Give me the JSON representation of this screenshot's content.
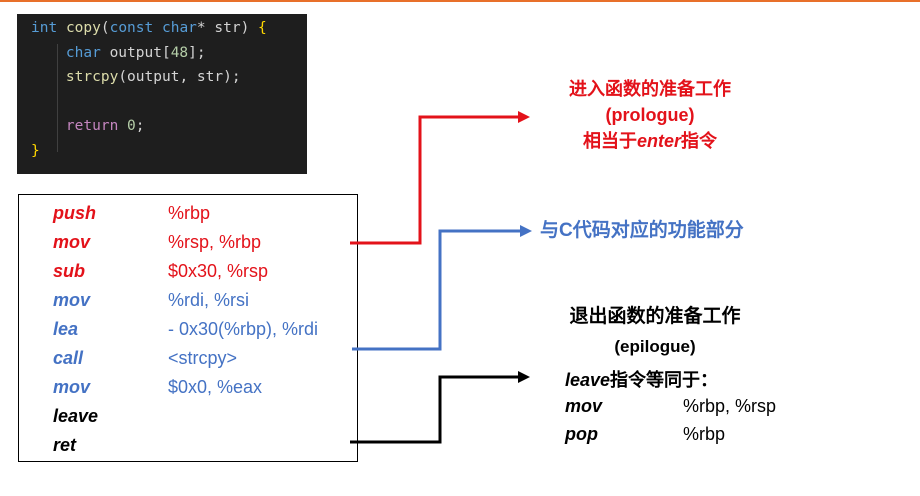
{
  "code": {
    "signature": {
      "type": "int",
      "name": "copy",
      "open_paren": "(",
      "qual": "const",
      "ptype": "char",
      "star": "*",
      "param": "str",
      "close_paren": ")",
      "brace_open": "{"
    },
    "decl": {
      "type": "char",
      "name": "output",
      "lb": "[",
      "size": "48",
      "rb": "]",
      "semi": ";"
    },
    "call": {
      "fn": "strcpy",
      "lp": "(",
      "a1": "output",
      "comma": ",",
      "a2": "str",
      "rp": ")",
      "semi": ";"
    },
    "ret": {
      "kw": "return",
      "val": "0",
      "semi": ";"
    },
    "brace_close": "}"
  },
  "assembly": [
    {
      "op": "push",
      "arg": "%rbp",
      "color": "#e3121a"
    },
    {
      "op": "mov",
      "arg": "%rsp, %rbp",
      "color": "#e3121a"
    },
    {
      "op": "sub",
      "arg": "$0x30, %rsp",
      "color": "#e3121a"
    },
    {
      "op": "mov",
      "arg": "%rdi, %rsi",
      "color": "#4472c4"
    },
    {
      "op": "lea",
      "arg": "- 0x30(%rbp), %rdi",
      "color": "#4472c4"
    },
    {
      "op": "call",
      "arg": "<strcpy>",
      "color": "#4472c4"
    },
    {
      "op": "mov",
      "arg": "$0x0, %eax",
      "color": "#4472c4"
    },
    {
      "op": "leave",
      "arg": "",
      "color": "#000000"
    },
    {
      "op": "ret",
      "arg": "",
      "color": "#000000"
    }
  ],
  "prologue": {
    "line1": "进入函数的准备工作",
    "line2": "(prologue)",
    "line3_pre": "相当于",
    "line3_em": "enter",
    "line3_post": "指令",
    "color": "#e3121a"
  },
  "body_label": {
    "text": "与C代码对应的功能部分",
    "color": "#4472c4"
  },
  "epilogue": {
    "title": "退出函数的准备工作",
    "sub": "(epilogue)",
    "leave_em": "leave",
    "leave_post": "指令等同于：",
    "rows": [
      {
        "op": "mov",
        "arg": "%rbp, %rsp"
      },
      {
        "op": "pop",
        "arg": "%rbp"
      }
    ]
  },
  "colors": {
    "accent_rule": "#e8702a",
    "prologue": "#e3121a",
    "body": "#4472c4",
    "epilogue": "#000000"
  }
}
